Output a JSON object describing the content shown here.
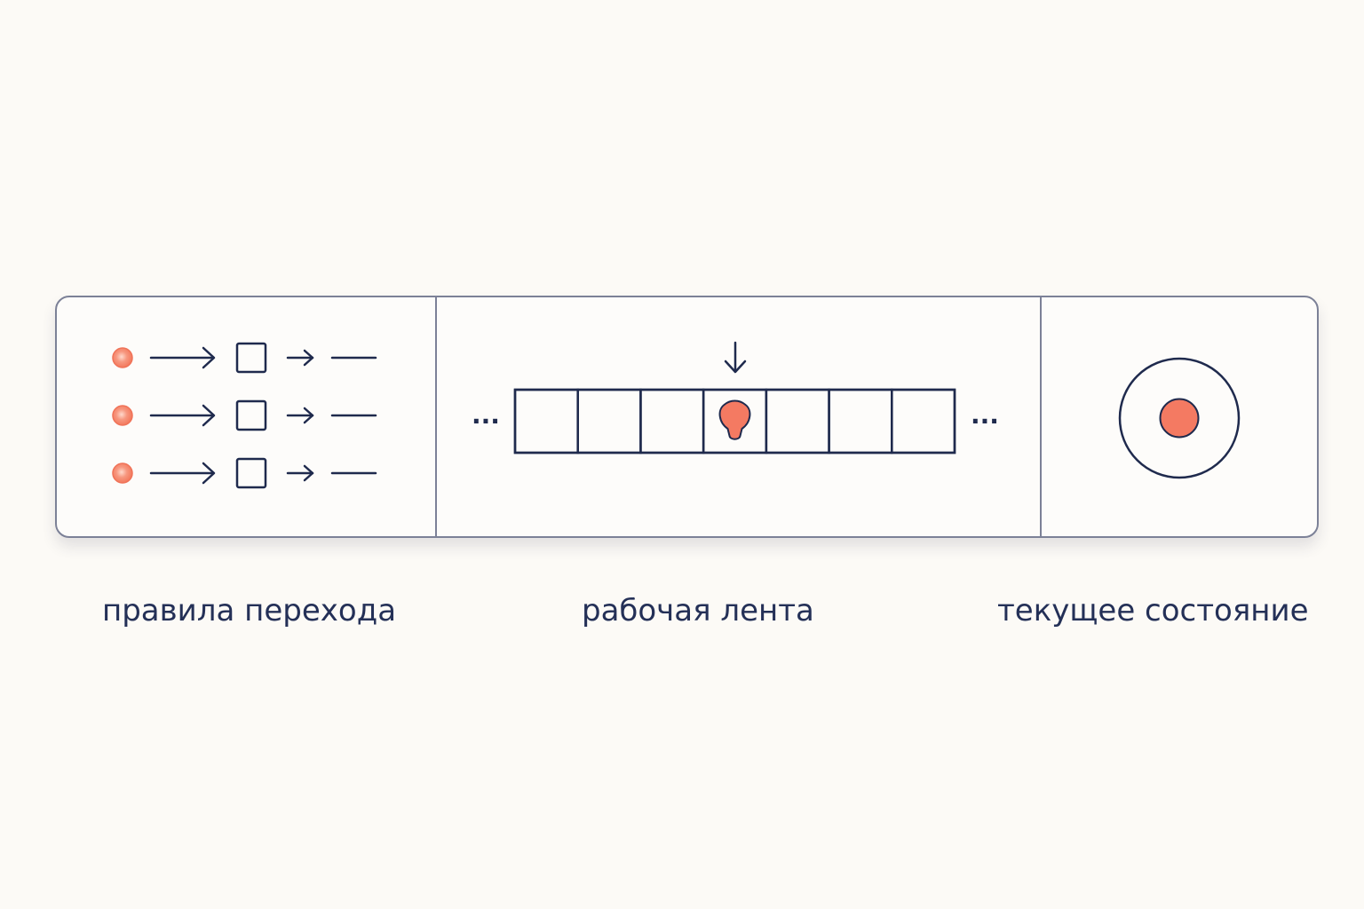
{
  "labels": {
    "rules": "правила перехода",
    "tape": "рабочая лента",
    "state": "текущее состояние"
  },
  "tape": {
    "cell_count": 7,
    "head_cell_index": 3,
    "left_ellipsis": "···",
    "right_ellipsis": "···"
  },
  "rules": {
    "count": 3
  },
  "colors": {
    "background": "#fcfaf6",
    "ink": "#1f2a4d",
    "accent": "#f47a62",
    "border": "#7c8197"
  }
}
